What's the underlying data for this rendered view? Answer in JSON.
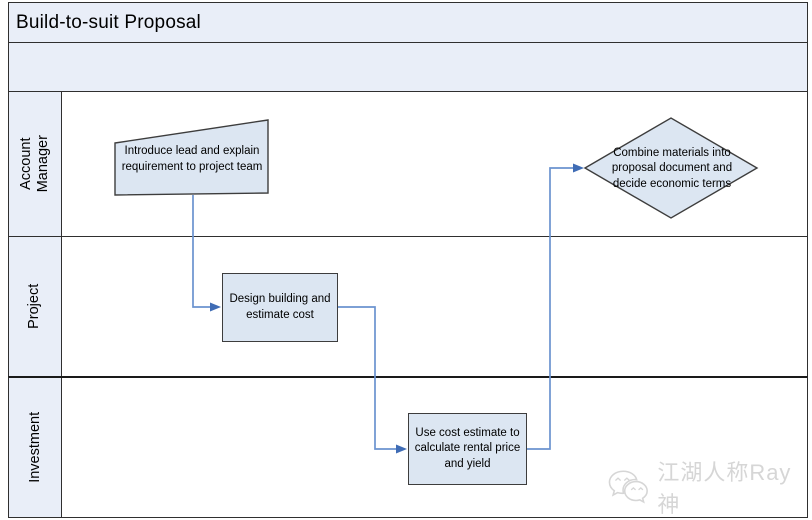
{
  "window": {
    "title": "Build-to-suit Proposal"
  },
  "swimlanes": [
    {
      "label": "Account Manager"
    },
    {
      "label": "Project"
    },
    {
      "label": "Investment"
    }
  ],
  "shapes": [
    {
      "id": "introduce-lead",
      "type": "manual-input",
      "lane": "Account Manager",
      "text": "Introduce lead and explain requirement to project team"
    },
    {
      "id": "design-building",
      "type": "process",
      "lane": "Project",
      "text": "Design building and estimate cost"
    },
    {
      "id": "cost-estimate",
      "type": "process",
      "lane": "Investment",
      "text": "Use cost estimate to calculate rental price and yield"
    },
    {
      "id": "combine-materials",
      "type": "decision",
      "lane": "Account Manager",
      "text": "Combine materials into proposal document and decide economic terms"
    }
  ],
  "connectors": [
    {
      "from": "introduce-lead",
      "to": "design-building"
    },
    {
      "from": "design-building",
      "to": "cost-estimate"
    },
    {
      "from": "cost-estimate",
      "to": "combine-materials"
    }
  ],
  "watermark": {
    "icon": "wechat-icon",
    "text": "江湖人称Ray神"
  },
  "colors": {
    "band_fill": "#e9eef8",
    "shape_fill": "#dce6f2",
    "shape_border": "#3d3d3d",
    "connector": "#6b93cf",
    "arrow": "#3f6cb5",
    "frame": "#2f2f2f",
    "watermark": "#d6d6d6"
  }
}
